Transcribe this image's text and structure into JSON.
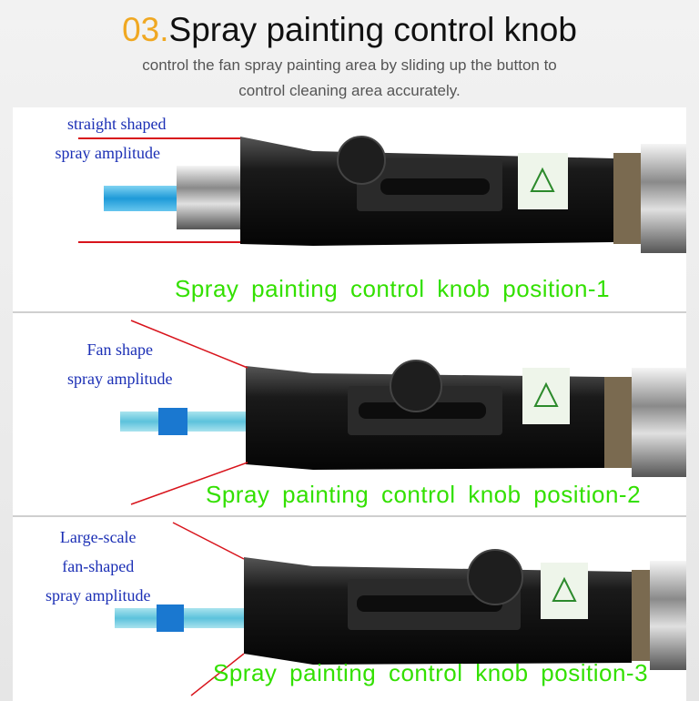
{
  "header": {
    "number": "03.",
    "title": "Spray painting control knob",
    "subtitle_line1": "control the fan spray painting area by sliding up the button to",
    "subtitle_line2": "control cleaning area accurately."
  },
  "panels": [
    {
      "label_lines": [
        "straight shaped",
        "spray amplitude"
      ],
      "caption": "Spray painting control knob position-1"
    },
    {
      "label_lines": [
        "Fan shape",
        "spray amplitude"
      ],
      "caption": "Spray painting control knob position-2"
    },
    {
      "label_lines": [
        "Large-scale",
        "fan-shaped",
        "spray amplitude"
      ],
      "caption": "Spray painting control knob position-3"
    }
  ],
  "colors": {
    "accent_number": "#f0a822",
    "caption_green": "#33e000",
    "label_blue": "#1b2fb5",
    "indicator_red": "#d8141c"
  }
}
